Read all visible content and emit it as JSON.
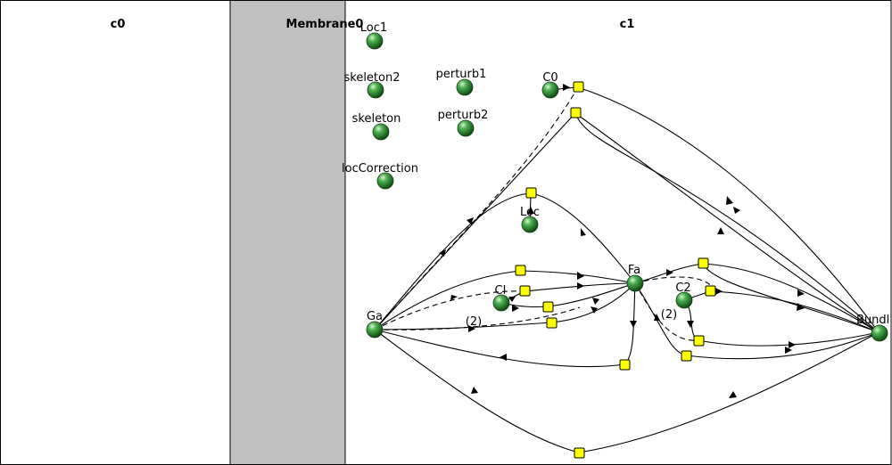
{
  "compartments": {
    "c0": "c0",
    "membrane": "Membrane0",
    "c1": "c1"
  },
  "species": [
    {
      "id": "Loc1",
      "label": "Loc1"
    },
    {
      "id": "skeleton2",
      "label": "skeleton2"
    },
    {
      "id": "perturb1",
      "label": "perturb1"
    },
    {
      "id": "C0",
      "label": "C0"
    },
    {
      "id": "skeleton",
      "label": "skeleton"
    },
    {
      "id": "perturb2",
      "label": "perturb2"
    },
    {
      "id": "locCorrection",
      "label": "locCorrection"
    },
    {
      "id": "Loc",
      "label": "Loc"
    },
    {
      "id": "Fa",
      "label": "Fa"
    },
    {
      "id": "CI",
      "label": "CI"
    },
    {
      "id": "C2",
      "label": "C2"
    },
    {
      "id": "Ga",
      "label": "Ga"
    },
    {
      "id": "Bundl",
      "label": "Bundl"
    }
  ],
  "stoichiometry_labels": [
    {
      "id": "stoich-ga",
      "text": "(2)"
    },
    {
      "id": "stoich-fa",
      "text": "(2)"
    }
  ],
  "colors": {
    "membrane_fill": "#c0c0c0",
    "species_fill": "#2e8b2e",
    "reaction_fill": "#ffff00",
    "edge": "#000000"
  }
}
